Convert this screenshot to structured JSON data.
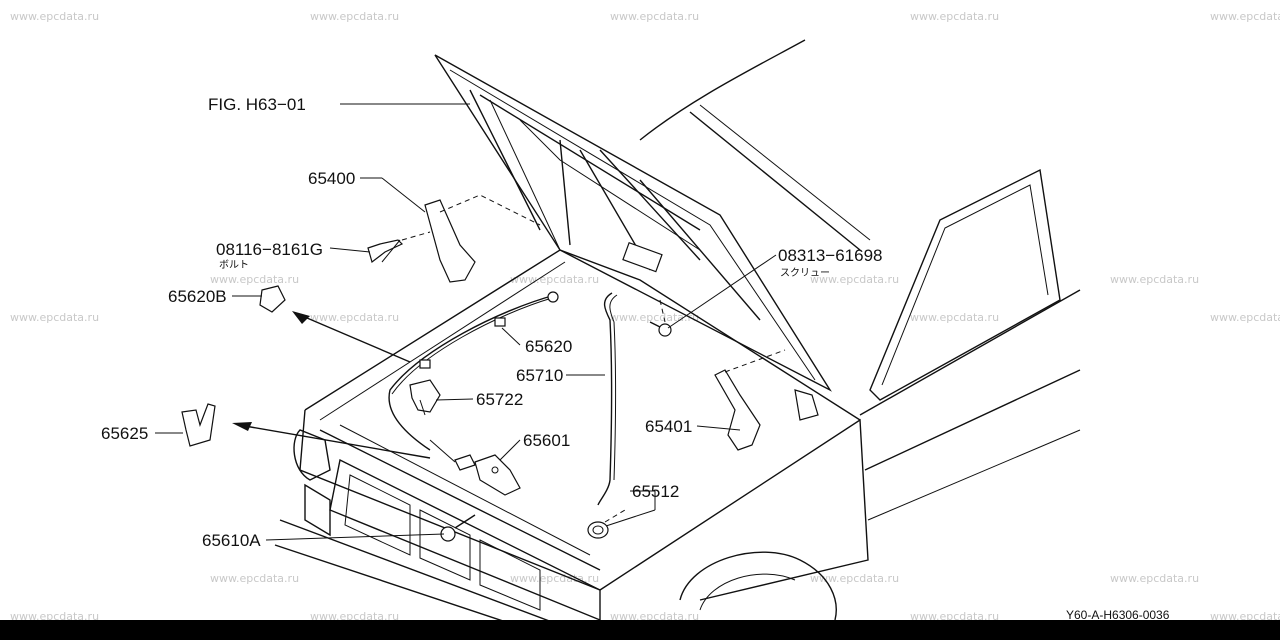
{
  "watermark": "www.epcdata.ru",
  "figure_label": "FIG. H63−01",
  "reference_code": "Y60-A-H6306-0036",
  "parts": {
    "hinge_left": "65400",
    "bolt": "08116−8161G",
    "bolt_jp": "ボルト",
    "screw": "08313−61698",
    "screw_jp": "スクリュー",
    "clip_cable": "65620B",
    "release_cable": "65620",
    "support_rod": "65710",
    "rod_holder": "65722",
    "hinge_right": "65401",
    "clip_rod": "65625",
    "hood_lock": "65601",
    "grommet": "65512",
    "lock_knob": "65610A"
  }
}
